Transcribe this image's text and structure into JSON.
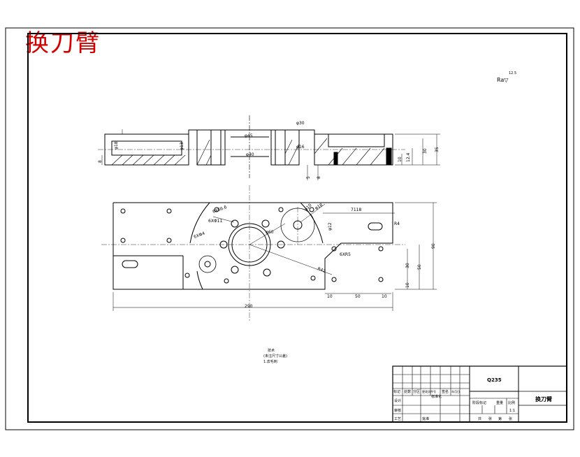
{
  "watermark_title": "换刀臂",
  "roughness_symbol": "Ra▽",
  "roughness_sup": "12.5",
  "section_view": {
    "dims": [
      "φ45",
      "φ40",
      "φ30",
      "φ18",
      "φ13",
      "φ16",
      "8",
      "5",
      "8",
      "35",
      "30",
      "12.4",
      "10"
    ]
  },
  "plan_view": {
    "dims": [
      "6X66.6",
      "6XΦ11",
      "6XΦ4",
      "φ10",
      "φ60",
      "7118",
      "φ12",
      "φ18",
      "6XR5",
      "R42",
      "R4"
    ],
    "right_dims": [
      "90",
      "30",
      "50",
      "10"
    ],
    "bottom_dims": [
      "10",
      "50",
      "10"
    ],
    "overall_length": "290"
  },
  "notes": [
    "技术",
    "(未注尺寸公差)",
    "1.去毛刺"
  ],
  "title_block": {
    "material": "Q235",
    "part_name": "换刀臂",
    "row_labels": [
      "标记",
      "处数",
      "分区",
      "更改文件号",
      "签名",
      "年月日"
    ],
    "left_labels": [
      "设计",
      "审核",
      "工艺"
    ],
    "mid_labels": [
      "标准化",
      "批准"
    ],
    "stage_labels": [
      "阶段标记",
      "重量",
      "比例"
    ],
    "scale": "1:1",
    "sheet_labels": [
      "共",
      "张",
      "第",
      "张"
    ]
  }
}
